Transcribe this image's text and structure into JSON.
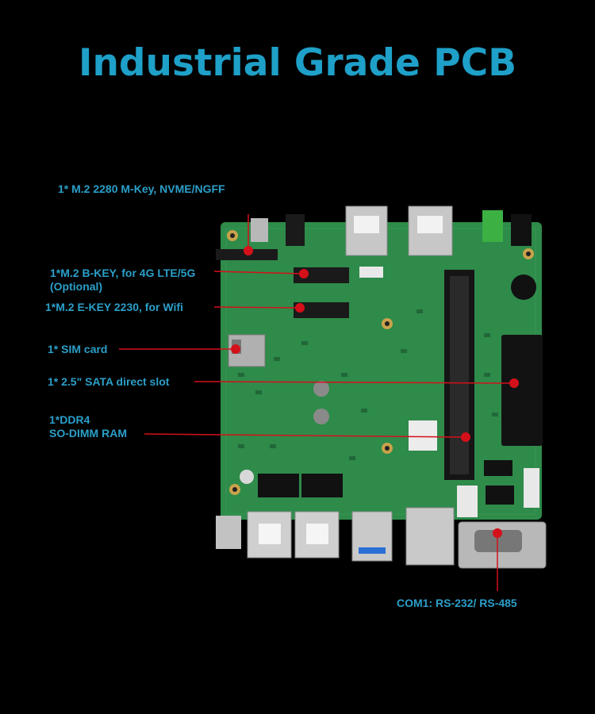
{
  "title": "Industrial Grade PCB",
  "colors": {
    "background": "#000000",
    "title": "#1ea0c8",
    "label": "#2b9fc9",
    "pcb": "#2e8b4a",
    "marker": "#d4101a"
  },
  "labels": {
    "m2_mkey": "1* M.2 2280 M-Key, NVME/NGFF",
    "m2_bkey": "1*M.2 B-KEY,  for 4G LTE/5G",
    "m2_bkey_note": "(Optional)",
    "m2_ekey": "1*M.2 E-KEY 2230,  for Wifi",
    "sim": "1* SIM card",
    "sata": "1* 2.5\" SATA direct slot",
    "ddr4": "1*DDR4",
    "ddr4_line2": "SO-DIMM RAM",
    "com1": "COM1: RS-232/ RS-485"
  }
}
